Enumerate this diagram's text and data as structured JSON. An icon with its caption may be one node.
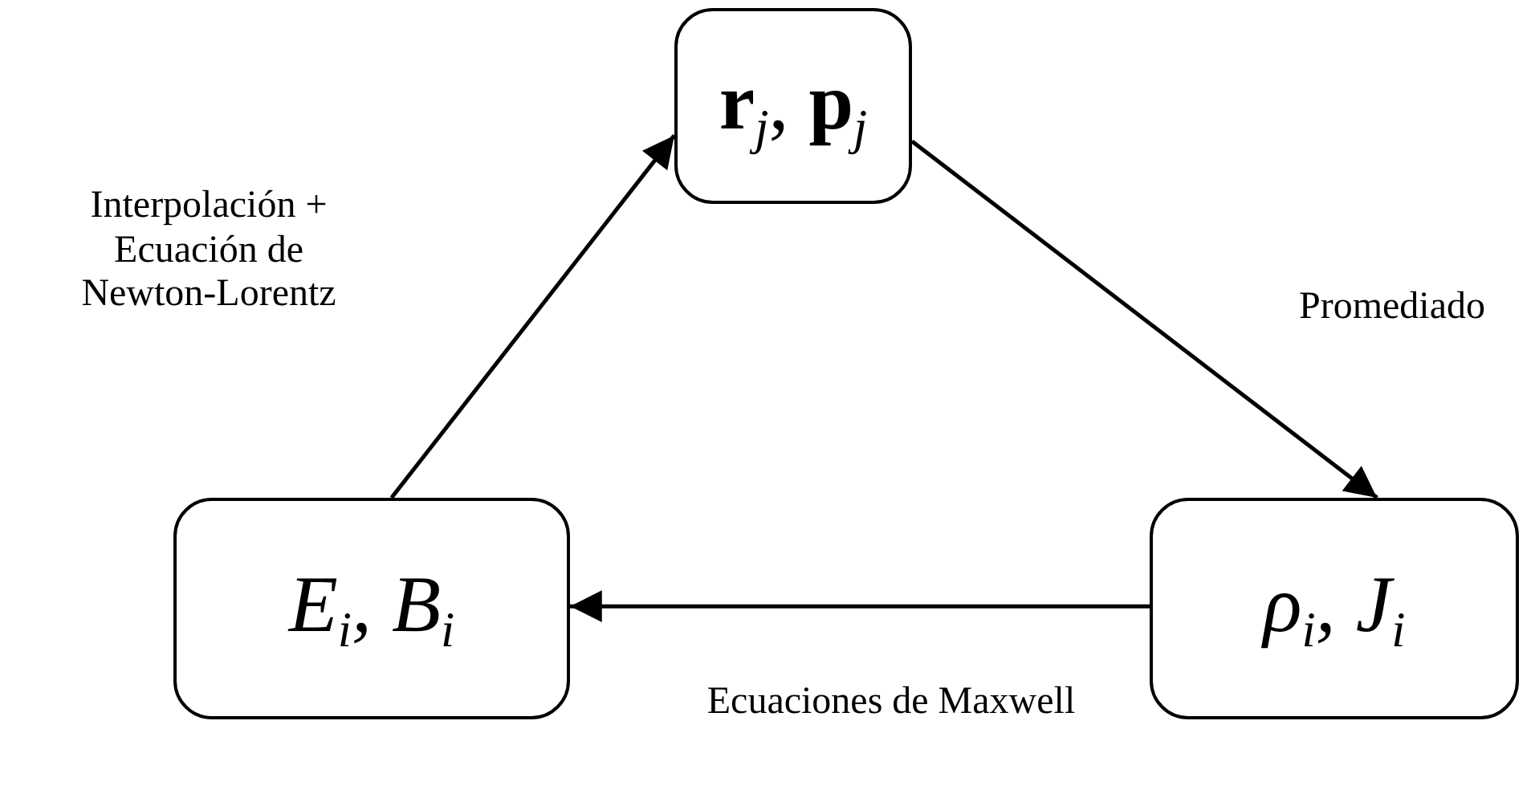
{
  "diagram": {
    "nodes": [
      {
        "text": [
          "**r**$_{j}$, **p**$_{j}$"
        ]
      },
      {
        "text": [
          "ρ$_{i}$, J$_{i}$"
        ]
      },
      {
        "text": [
          "E$_{i}$, B$_{i}$"
        ]
      }
    ],
    "edges": [
      {
        "from": 0,
        "to": 1,
        "arrow": "to",
        "label": "Promediado"
      },
      {
        "from": 1,
        "to": 2,
        "arrow": "to",
        "label": "Ecuaciones de Maxwell"
      },
      {
        "from": 2,
        "to": 0,
        "arrow": "to",
        "label": "Interpolación + Ecuación de Newton-Lorentz"
      }
    ]
  }
}
